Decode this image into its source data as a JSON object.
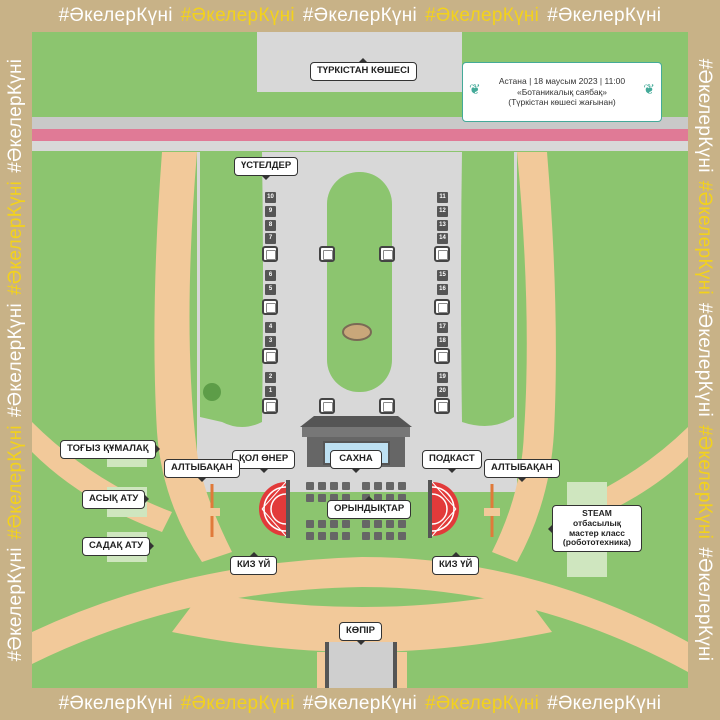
{
  "hashtag_white": "#ӘкелерКүні",
  "hashtag_yellow": "#ӘкелерКүні",
  "info": {
    "line1": "Астана | 18 маусым 2023 | 11:00",
    "line2": "«Ботаникалық саябақ»",
    "line3": "(Түркістан көшесі жағынан)"
  },
  "labels": {
    "street": "ТҮРКІСТАН КӨШЕСІ",
    "tables": "ҮСТЕЛДЕР",
    "stage": "САХНА",
    "seats": "ОРЫНДЫҚТАР",
    "craft": "ҚОЛ ӨНЕР",
    "podcast": "ПОДКАСТ",
    "altybakan_left": "АЛТЫБАҚАН",
    "altybakan_right": "АЛТЫБАҚАН",
    "togyz": "ТОҒЫЗ ҚҰМАЛАҚ",
    "asyk": "АСЫҚ АТУ",
    "sadak": "САДАҚ АТУ",
    "kiz_left": "КИЗ ҮЙ",
    "kiz_right": "КИЗ ҮЙ",
    "bridge": "КӨПІР",
    "steam_1": "STEAM отбасылық",
    "steam_2": "мастер класс",
    "steam_3": "(робототехника)"
  },
  "stalls_left": [
    "10",
    "9",
    "8",
    "7",
    "6",
    "5",
    "4",
    "3",
    "2",
    "1"
  ],
  "stalls_right": [
    "11",
    "12",
    "13",
    "14",
    "15",
    "16",
    "17",
    "18",
    "19",
    "20"
  ],
  "colors": {
    "grass": "#8cc56f",
    "path": "#f2c99a",
    "plaza": "#d8d8d8",
    "pink_stripe": "#e07a96",
    "frame": "#c8b287",
    "accent_yellow": "#f3d21b"
  }
}
